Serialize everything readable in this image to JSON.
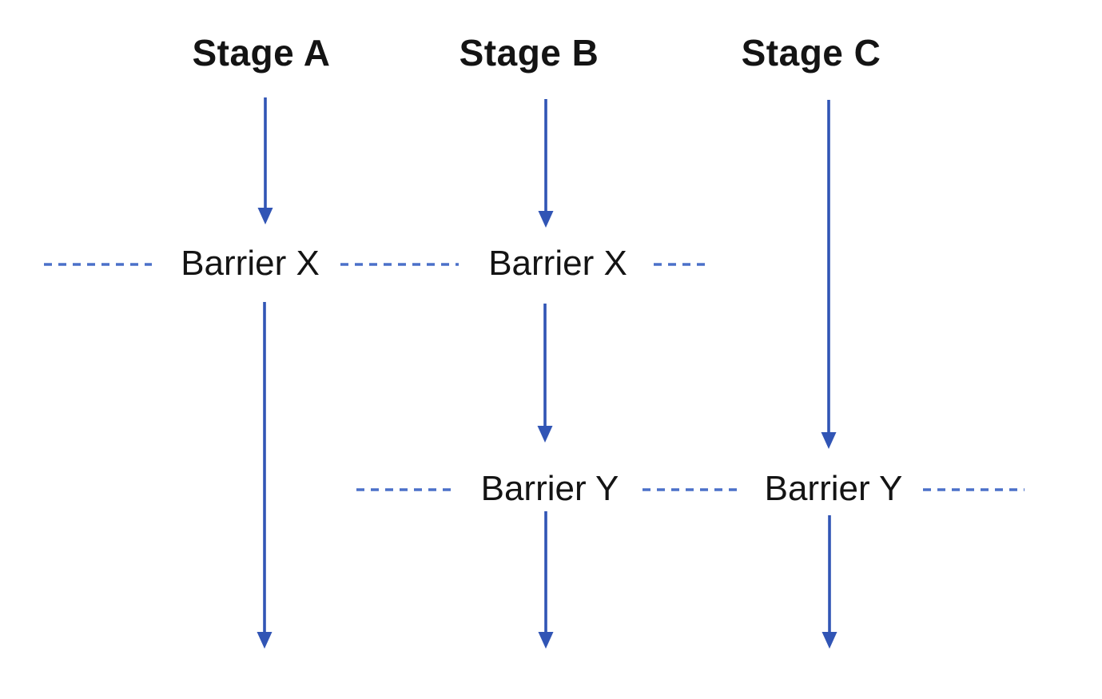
{
  "diagram": {
    "type": "stage-barrier-flow",
    "stages": [
      {
        "id": "A",
        "label": "Stage A"
      },
      {
        "id": "B",
        "label": "Stage B"
      },
      {
        "id": "C",
        "label": "Stage C"
      }
    ],
    "barriers": [
      {
        "id": "X",
        "label": "Barrier X",
        "appears_on_stages": [
          "A",
          "B"
        ]
      },
      {
        "id": "Y",
        "label": "Barrier Y",
        "appears_on_stages": [
          "B",
          "C"
        ]
      }
    ],
    "colors": {
      "arrow": "#3155b5",
      "dash": "#4b70c9",
      "text": "#141414",
      "background": "#ffffff"
    }
  }
}
